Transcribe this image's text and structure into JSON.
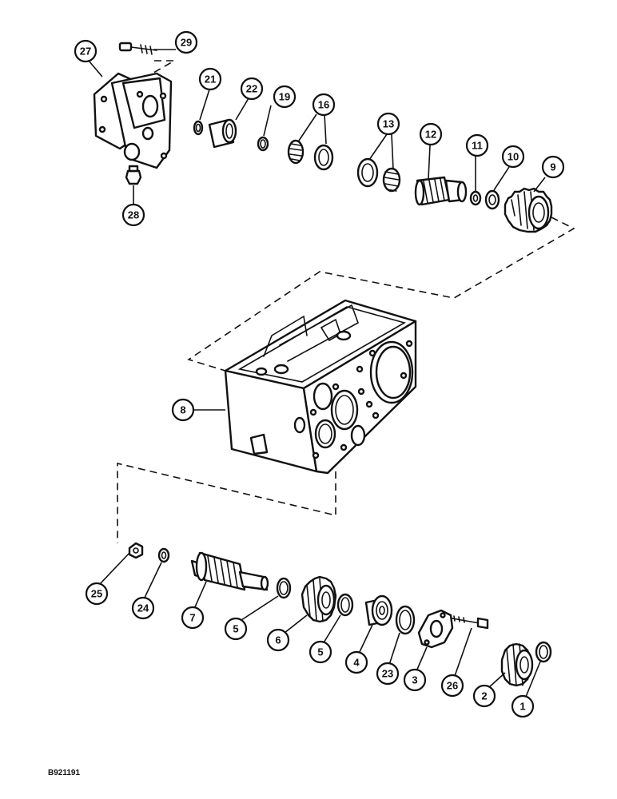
{
  "figure": {
    "reference_code": "B921191"
  },
  "callouts": [
    {
      "id": "c27",
      "label": "27",
      "part": "pump-housing"
    },
    {
      "id": "c29",
      "label": "29",
      "part": "bolt"
    },
    {
      "id": "c28",
      "label": "28",
      "part": "plug"
    },
    {
      "id": "c21",
      "label": "21",
      "part": "snap-ring"
    },
    {
      "id": "c22",
      "label": "22",
      "part": "sleeve-bushing"
    },
    {
      "id": "c19",
      "label": "19",
      "part": "snap-ring"
    },
    {
      "id": "c16",
      "label": "16",
      "part": "tapered-bearing"
    },
    {
      "id": "c13",
      "label": "13",
      "part": "tapered-bearing"
    },
    {
      "id": "c12",
      "label": "12",
      "part": "splined-shaft"
    },
    {
      "id": "c11",
      "label": "11",
      "part": "washer"
    },
    {
      "id": "c10",
      "label": "10",
      "part": "bearing"
    },
    {
      "id": "c9",
      "label": "9",
      "part": "gear"
    },
    {
      "id": "c8",
      "label": "8",
      "part": "transmission-case"
    },
    {
      "id": "c25",
      "label": "25",
      "part": "nut"
    },
    {
      "id": "c24",
      "label": "24",
      "part": "washer"
    },
    {
      "id": "c7",
      "label": "7",
      "part": "countershaft"
    },
    {
      "id": "c5a",
      "label": "5",
      "part": "snap-ring"
    },
    {
      "id": "c6",
      "label": "6",
      "part": "gear"
    },
    {
      "id": "c5b",
      "label": "5",
      "part": "snap-ring"
    },
    {
      "id": "c4",
      "label": "4",
      "part": "ball-bearing"
    },
    {
      "id": "c23",
      "label": "23",
      "part": "shim"
    },
    {
      "id": "c3",
      "label": "3",
      "part": "retainer-plate"
    },
    {
      "id": "c26",
      "label": "26",
      "part": "cap-screw"
    },
    {
      "id": "c2",
      "label": "2",
      "part": "gear"
    },
    {
      "id": "c1",
      "label": "1",
      "part": "snap-ring"
    }
  ]
}
